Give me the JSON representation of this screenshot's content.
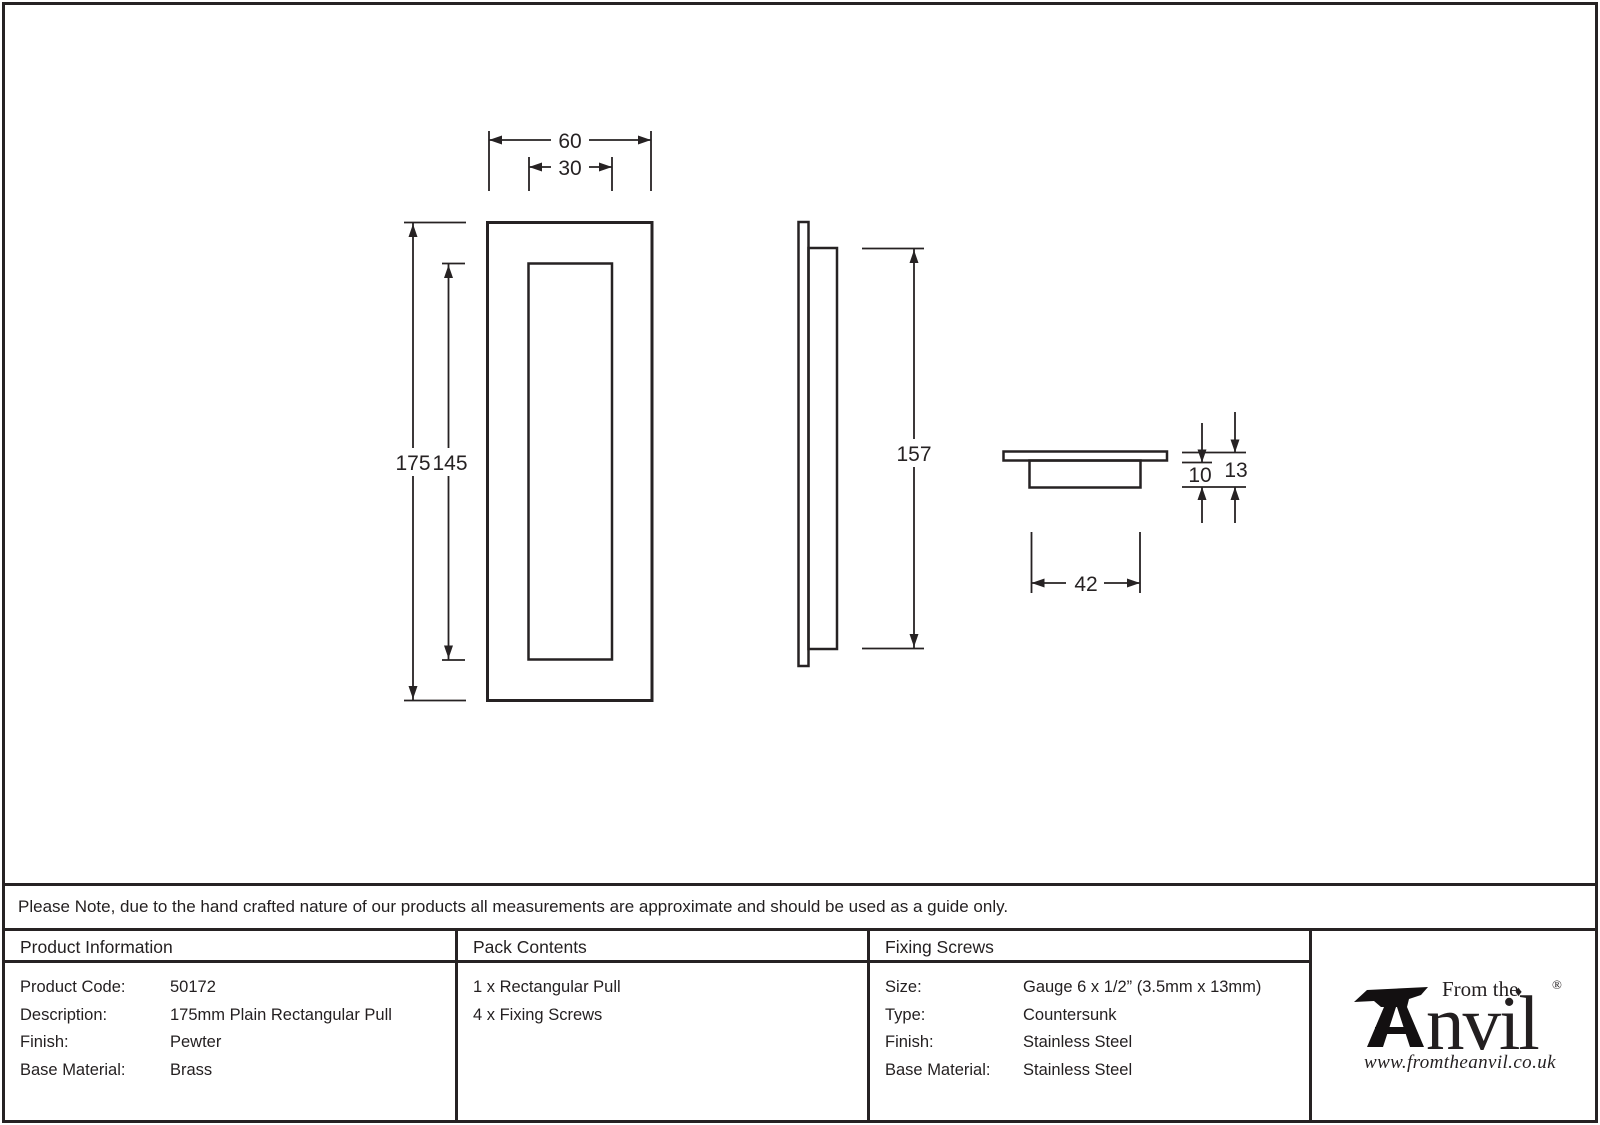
{
  "note": {
    "text": "Please Note, due to the hand crafted nature of our products all measurements are approximate and should be used as a guide only."
  },
  "drawing": {
    "front_view": {
      "outer_width": "60",
      "inner_width": "30",
      "outer_height": "175",
      "inner_height": "145"
    },
    "side_view": {
      "height": "157"
    },
    "section_view": {
      "width": "42",
      "recess_depth": "10",
      "overall_depth": "13"
    }
  },
  "product_information": {
    "header": "Product Information",
    "rows": [
      {
        "label": "Product Code:",
        "value": "50172"
      },
      {
        "label": "Description:",
        "value": "175mm Plain Rectangular Pull"
      },
      {
        "label": "Finish:",
        "value": "Pewter"
      },
      {
        "label": "Base Material:",
        "value": "Brass"
      }
    ]
  },
  "pack_contents": {
    "header": "Pack Contents",
    "items": [
      "1 x Rectangular Pull",
      "4 x Fixing Screws"
    ]
  },
  "fixing_screws": {
    "header": "Fixing Screws",
    "rows": [
      {
        "label": "Size:",
        "value": "Gauge 6 x 1/2” (3.5mm x 13mm)"
      },
      {
        "label": "Type:",
        "value": "Countersunk"
      },
      {
        "label": "Finish:",
        "value": "Stainless Steel"
      },
      {
        "label": "Base Material:",
        "value": "Stainless Steel"
      }
    ]
  },
  "logo": {
    "tagline": "From the",
    "diamond": "♦",
    "brand_full": "Anvil",
    "brand_suffix": "nvil",
    "registered": "®",
    "website": "www.fromtheanvil.co.uk"
  },
  "colors": {
    "ink": "#262223",
    "background": "#ffffff"
  }
}
